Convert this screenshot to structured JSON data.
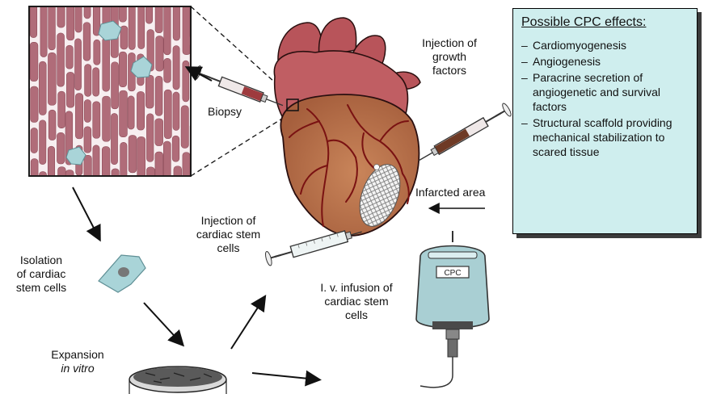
{
  "labels": {
    "biopsy": "Biopsy",
    "injection_growth": [
      "Injection of",
      "growth",
      "factors"
    ],
    "infarcted_area": "Infarcted area",
    "injection_csc": [
      "Injection of",
      "cardiac stem",
      "cells"
    ],
    "iv_infusion": [
      "I. v. infusion of",
      "cardiac stem",
      "cells"
    ],
    "isolation": [
      "Isolation",
      "of cardiac",
      "stem cells"
    ],
    "expansion": "Expansion",
    "in_vitro": "in vitro",
    "cpc_bag_label": "CPC"
  },
  "effects_box": {
    "title": "Possible CPC effects:",
    "items": [
      "Cardiomyogenesis",
      "Angiogenesis",
      "Paracrine secretion of angiogenetic and survival factors",
      "Structural scaffold providing mechanical stabilization to scared tissue"
    ]
  },
  "colors": {
    "muscle_fiber": "#b06c79",
    "heart_upper": "#c35f63",
    "heart_lower": "#b7744a",
    "vessel": "#7a1212",
    "stem_cell": "#a9d4d8",
    "box_fill": "#cfeeee"
  }
}
